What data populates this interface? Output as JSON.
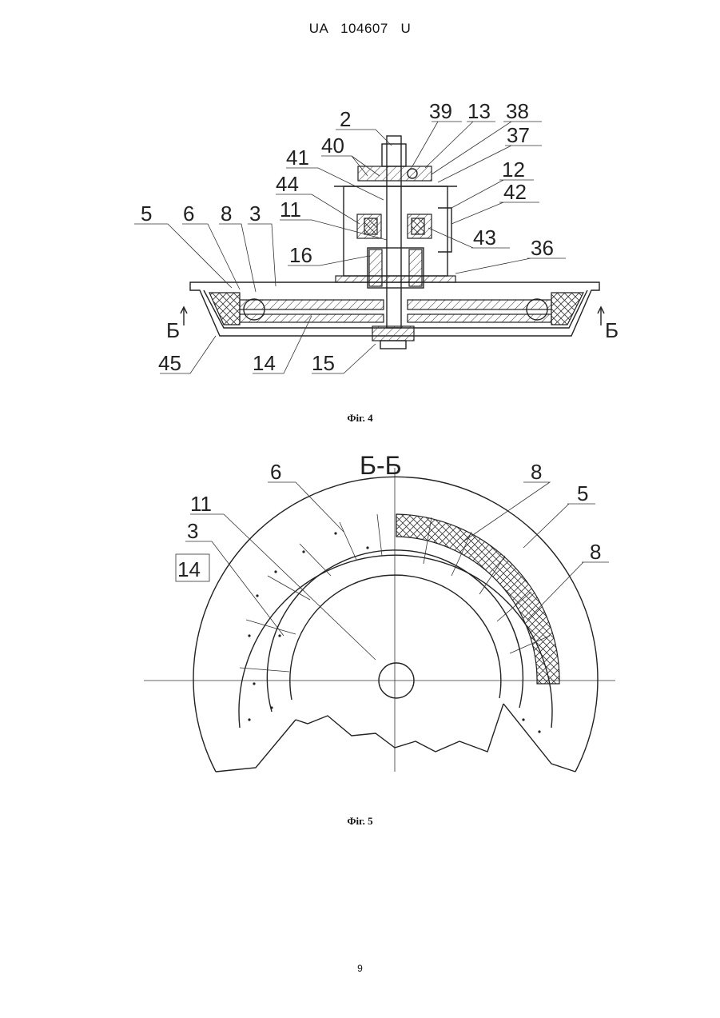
{
  "header": {
    "text": "UA   104607   U"
  },
  "figure4": {
    "caption": "Фіг. 4",
    "labels": [
      "2",
      "39",
      "13",
      "38",
      "40",
      "37",
      "41",
      "12",
      "44",
      "42",
      "11",
      "5",
      "6",
      "8",
      "3",
      "43",
      "16",
      "36",
      "Б",
      "Б",
      "45",
      "14",
      "15"
    ]
  },
  "figure5": {
    "caption": "Фіг. 5",
    "section_label": "Б-Б",
    "labels": [
      "6",
      "8",
      "11",
      "5",
      "3",
      "14",
      "8"
    ]
  },
  "page_number": "9"
}
